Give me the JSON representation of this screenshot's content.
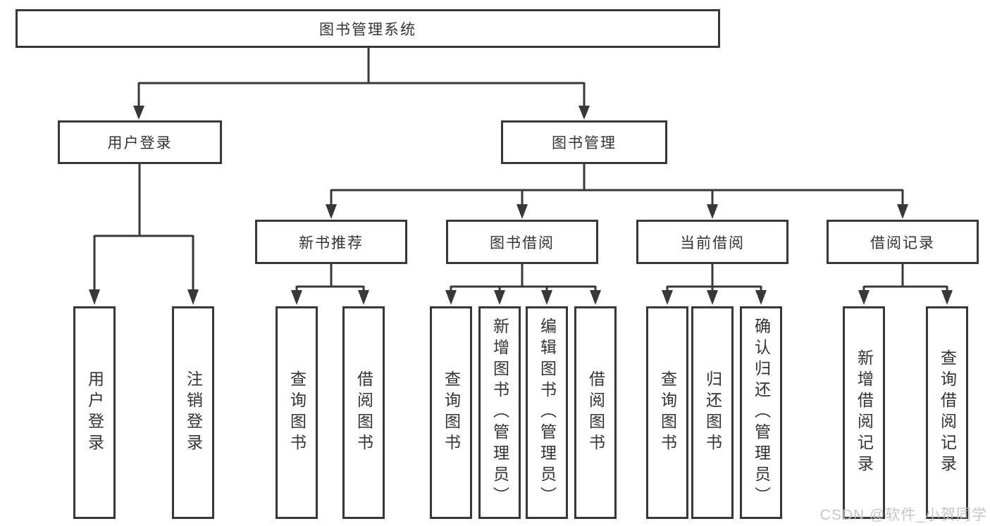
{
  "colors": {
    "line": "#383838",
    "box_border": "#383838",
    "text": "#333333",
    "watermark": "#c1c1c1",
    "background": "#ffffff"
  },
  "watermark": "CSDN @软件_小贺同学",
  "tree": {
    "label": "图书管理系统",
    "children": [
      {
        "label": "用户登录",
        "children": [
          {
            "label": "用户登录"
          },
          {
            "label": "注销登录"
          }
        ]
      },
      {
        "label": "图书管理",
        "children": [
          {
            "label": "新书推荐",
            "children": [
              {
                "label": "查询图书"
              },
              {
                "label": "借阅图书"
              }
            ]
          },
          {
            "label": "图书借阅",
            "children": [
              {
                "label": "查询图书"
              },
              {
                "label": "新增图书（管理员）"
              },
              {
                "label": "编辑图书（管理员）"
              },
              {
                "label": "借阅图书"
              }
            ]
          },
          {
            "label": "当前借阅",
            "children": [
              {
                "label": "查询图书"
              },
              {
                "label": "归还图书"
              },
              {
                "label": "确认归还（管理员）"
              }
            ]
          },
          {
            "label": "借阅记录",
            "children": [
              {
                "label": "新增借阅记录"
              },
              {
                "label": "查询借阅记录"
              }
            ]
          }
        ]
      }
    ]
  }
}
